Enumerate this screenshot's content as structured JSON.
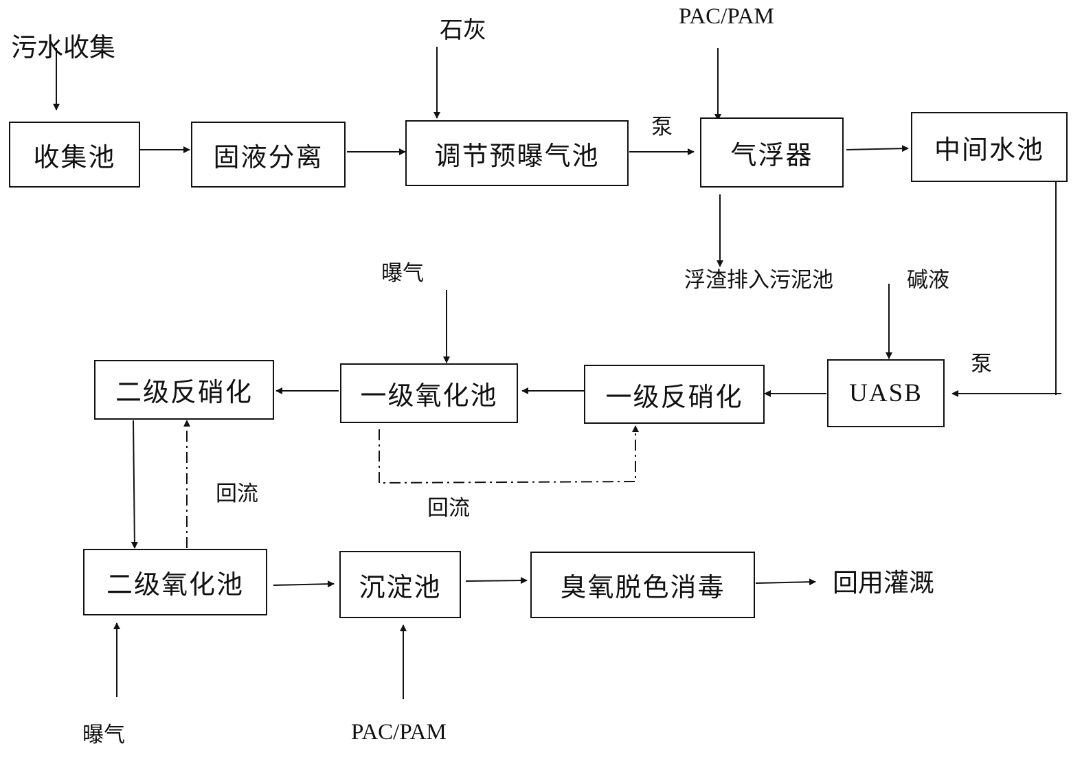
{
  "inputs": {
    "sewage_collection": "污水收集",
    "lime": "石灰",
    "pac_pam_top": "PAC/PAM",
    "alkali": "碱液",
    "aeration_top": "曝气",
    "aeration_bottom": "曝气",
    "pac_pam_bottom": "PAC/PAM"
  },
  "boxes": {
    "collection_tank": "收集池",
    "solid_liquid": "固液分离",
    "regulating_tank": "调节预曝气池",
    "air_flotation": "气浮器",
    "intermediate_tank": "中间水池",
    "uasb": "UASB",
    "primary_denitrification": "一级反硝化",
    "primary_oxidation": "一级氧化池",
    "secondary_denitrification": "二级反硝化",
    "secondary_oxidation": "二级氧化池",
    "sedimentation_tank": "沉淀池",
    "ozone": "臭氧脱色消毒"
  },
  "labels": {
    "pump_1": "泵",
    "pump_2": "泵",
    "scum": "浮渣排入污泥池",
    "reflux_1": "回流",
    "reflux_2": "回流",
    "reuse": "回用灌溉"
  }
}
